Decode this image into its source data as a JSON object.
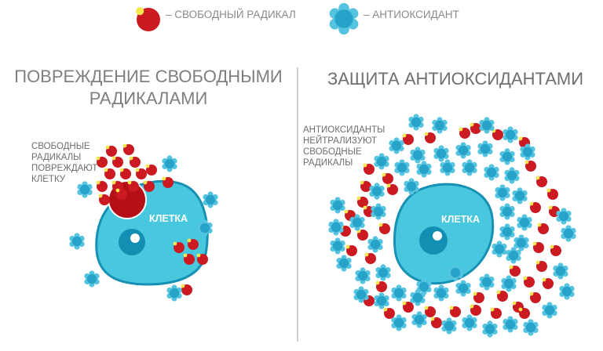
{
  "legend": {
    "free_radical": "– СВОБОДНЫЙ РАДИКАЛ",
    "antioxidant": "– АНТИОКСИДАНТ"
  },
  "left_panel": {
    "title_line1": "ПОВРЕЖДЕНИЕ СВОБОДНЫМИ",
    "title_line2": "РАДИКАЛАМИ",
    "note_lines": [
      "СВОБОДНЫЕ",
      "РАДИКАЛЫ",
      "ПОВРЕЖДАЮТ",
      "КЛЕТКУ"
    ],
    "cell_label": "КЛЕТКА"
  },
  "right_panel": {
    "title": "ЗАЩИТА АНТИОКСИДАНТАМИ",
    "note_lines": [
      "АНТИОКСИДАНТЫ",
      "НЕЙТРАЛИЗУЮТ",
      "СВОБОДНЫЕ",
      "РАДИКАЛЫ"
    ],
    "cell_label": "КЛЕТКА"
  },
  "colors": {
    "radical": "#cc1a22",
    "radical_electron": "#f5e84a",
    "antioxidant_outer": "#27a3c9",
    "antioxidant_inner": "#55c4e0",
    "cell_fill": "#48c8df",
    "cell_border": "#1690b3",
    "nucleus": "#138fb3",
    "damage": "#b50f18"
  }
}
